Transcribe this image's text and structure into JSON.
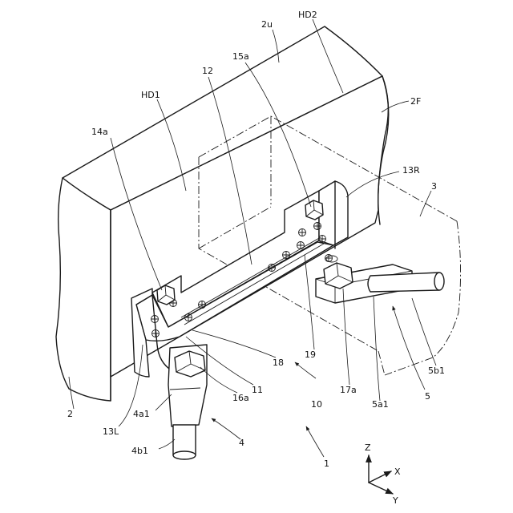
{
  "figure": {
    "labels": {
      "l_2u": "2u",
      "l_HD2": "HD2",
      "l_15a": "15a",
      "l_12": "12",
      "l_HD1": "HD1",
      "l_2F": "2F",
      "l_14a": "14a",
      "l_13R": "13R",
      "l_3": "3",
      "l_18": "18",
      "l_19": "19",
      "l_11": "11",
      "l_2": "2",
      "l_16a": "16a",
      "l_5b1": "5b1",
      "l_17a": "17a",
      "l_5": "5",
      "l_10": "10",
      "l_5a1": "5a1",
      "l_13L": "13L",
      "l_4a1": "4a1",
      "l_4": "4",
      "l_1": "1",
      "l_4b1": "4b1",
      "l_Z": "Z",
      "l_X": "X",
      "l_Y": "Y"
    }
  }
}
